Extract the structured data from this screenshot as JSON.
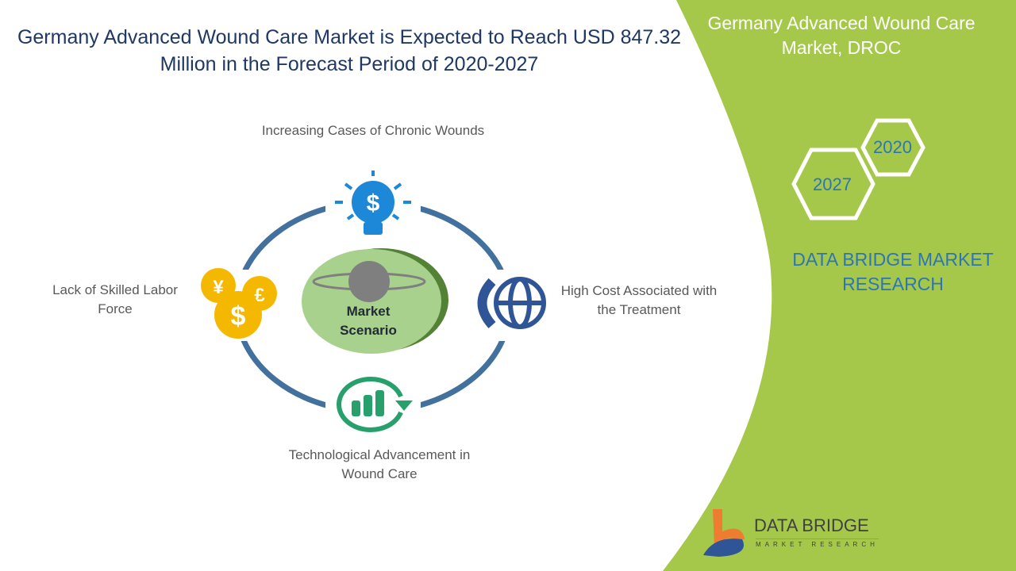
{
  "title": "Germany Advanced Wound Care Market is Expected to Reach USD 847.32 Million in the Forecast Period of 2020-2027",
  "panel": {
    "title": "Germany Advanced Wound Care Market, DROC",
    "year_start": "2020",
    "year_end": "2027",
    "brand": "DATA BRIDGE MARKET RESEARCH",
    "colors": {
      "green": "#a5c84a",
      "blue": "#2e75b6"
    }
  },
  "center": {
    "label_line1": "Market",
    "label_line2": "Scenario"
  },
  "factors": {
    "top": "Increasing Cases of Chronic Wounds",
    "left": "Lack of Skilled Labor Force",
    "right": "High Cost Associated with the Treatment",
    "bottom": "Technological Advancement in Wound Care"
  },
  "logo": {
    "name": "DATA BRIDGE",
    "sub": "MARKET RESEARCH"
  }
}
